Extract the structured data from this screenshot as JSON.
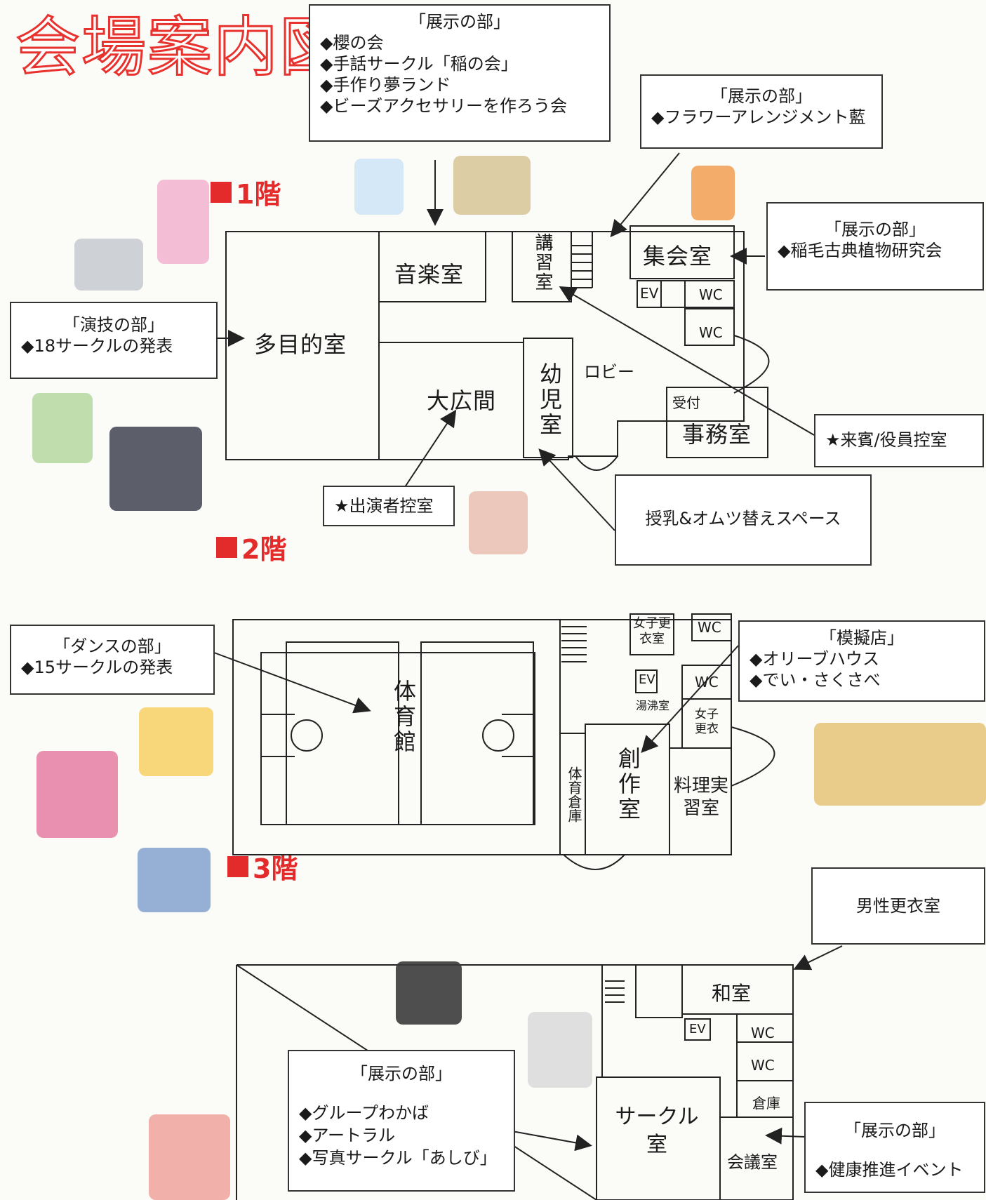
{
  "title": "会場案内図",
  "floors": {
    "f1": "1階",
    "f2": "2階",
    "f3": "3階"
  },
  "callouts": {
    "exhibit_top": {
      "heading": "「展示の部」",
      "items": [
        "◆櫻の会",
        "◆手話サークル「稲の会」",
        "◆手作り夢ランド",
        "◆ビーズアクセサリーを作ろう会"
      ]
    },
    "exhibit_flower": {
      "heading": "「展示の部」",
      "items": [
        "◆フラワーアレンジメント藍"
      ]
    },
    "exhibit_plant": {
      "heading": "「展示の部」",
      "items": [
        "◆稲毛古典植物研究会"
      ]
    },
    "performance": {
      "heading": "「演技の部」",
      "items": [
        "◆18サークルの発表"
      ]
    },
    "guest_room": "★来賓/役員控室",
    "performer_room": "★出演者控室",
    "nursing": "授乳&オムツ替えスペース",
    "dance": {
      "heading": "「ダンスの部」",
      "items": [
        "◆15サークルの発表"
      ]
    },
    "shop": {
      "heading": "「模擬店」",
      "items": [
        "◆オリーブハウス",
        "◆でい・さくさべ"
      ]
    },
    "mens_changing": "男性更衣室",
    "exhibit_3f": {
      "heading": "「展示の部」",
      "items": [
        "◆グループわかば",
        "◆アートラル",
        "◆写真サークル「あしび」"
      ]
    },
    "exhibit_health": {
      "heading": "「展示の部」",
      "items": [
        "◆健康推進イベント"
      ]
    }
  },
  "rooms1": {
    "multi": "多目的室",
    "music": "音楽室",
    "hall": "大広間",
    "kids": "幼児室",
    "lecture": "講習室",
    "meeting": "集会室",
    "ev": "EV",
    "wc1": "WC",
    "wc2": "WC",
    "lobby": "ロビー",
    "reception": "受付",
    "office": "事務室"
  },
  "rooms2": {
    "gym": "体育館",
    "gym_storage": "体育倉庫",
    "creative": "創作室",
    "cooking": "料理実習室",
    "women_changing": "女子更衣室",
    "women_changing2": "女子更衣",
    "wc1": "WC",
    "wc2": "WC",
    "ev": "EV",
    "kitchenette": "湯沸室"
  },
  "rooms3": {
    "japanese": "和室",
    "ev": "EV",
    "wc1": "WC",
    "wc2": "WC",
    "storage": "倉庫",
    "circle": "サークル室",
    "conference": "会議室"
  },
  "colors": {
    "accent": "#e32b2b",
    "line": "#222222"
  }
}
